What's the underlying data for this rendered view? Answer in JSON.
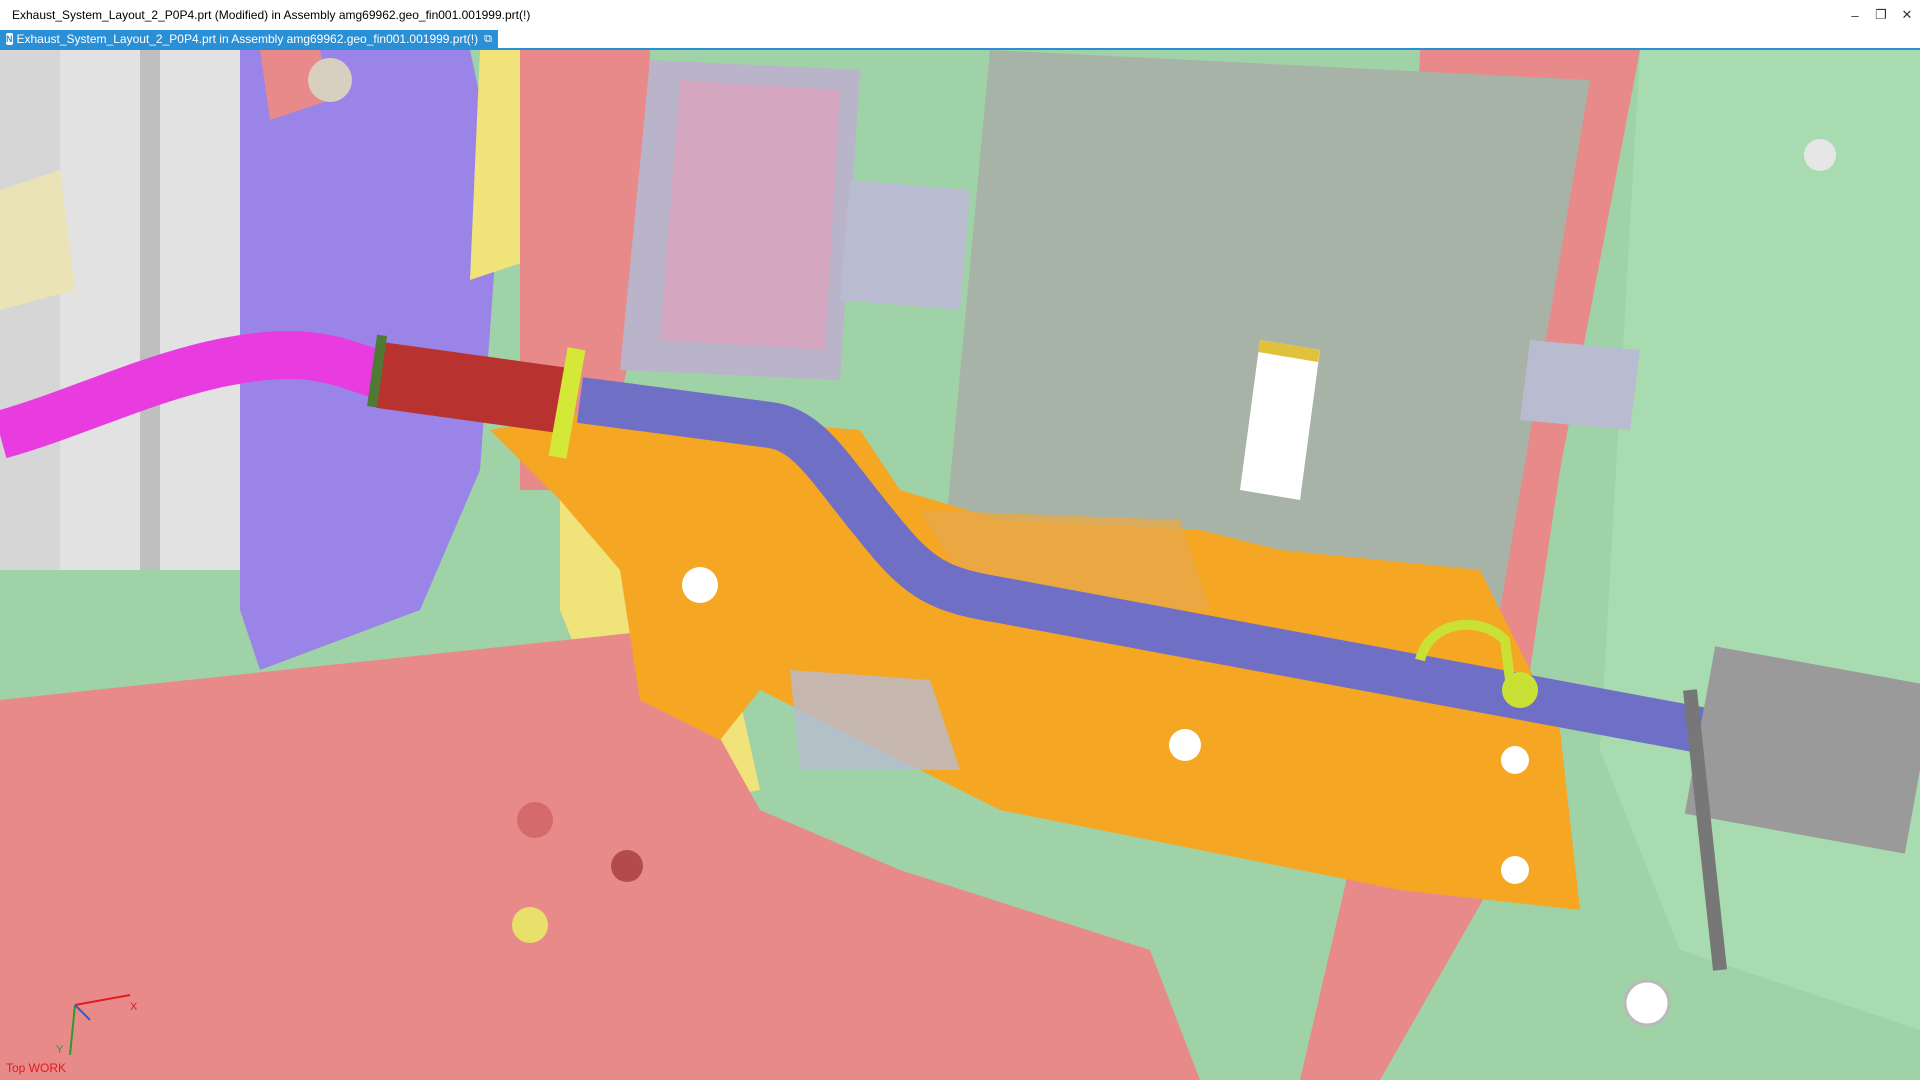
{
  "window": {
    "title": "Exhaust_System_Layout_2_P0P4.prt (Modified) in Assembly amg69962.geo_fin001.001999.prt(!)",
    "controls": {
      "minimize": "–",
      "restore": "❐",
      "close": "✕"
    }
  },
  "tab": {
    "icon": "nx-part-icon",
    "label": "Exhaust_System_Layout_2_P0P4.prt in Assembly amg69962.geo_fin001.001999.prt(!)",
    "undock": "⧉",
    "close": "✕"
  },
  "viewport": {
    "view_label": "Top WORK",
    "triad_x_label": "X",
    "triad_y_label": "Y",
    "colors": {
      "body_red": "#e88a8a",
      "floor_green": "#9fd2a6",
      "heat_shield_orange": "#f5a623",
      "pipe_magenta": "#e83ce0",
      "pipe_blue": "#6f6fc6",
      "converter_red": "#b8332f",
      "muffler_gray": "#9a9a9a",
      "tunnel_purple": "#9b84e8",
      "battery_gray": "#a7b3a6",
      "accent": "#2b8fd6"
    }
  }
}
